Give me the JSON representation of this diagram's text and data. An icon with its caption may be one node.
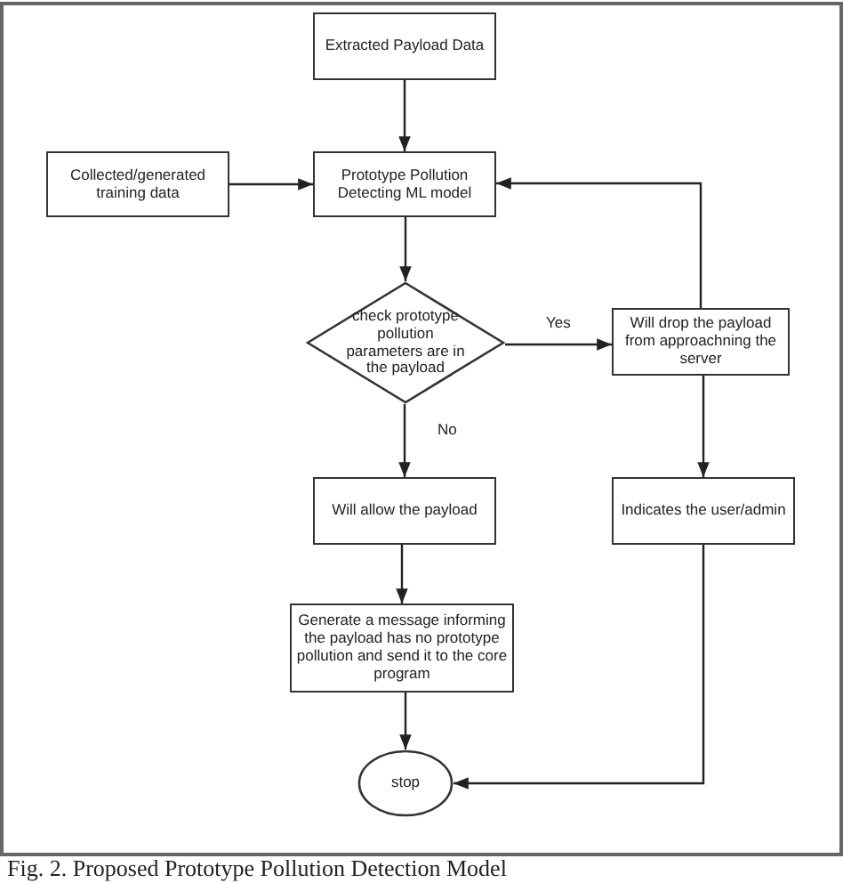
{
  "diagram": {
    "caption": "Fig. 2. Proposed Prototype Pollution Detection Model",
    "nodes": [
      {
        "text": [
          "Extracted Payload Data"
        ]
      },
      {
        "text": [
          "Collected/generated training data"
        ]
      },
      {
        "text": [
          "Prototype Pollution Detecting ML model"
        ]
      },
      {
        "text": [
          "check prototype pollution parameters are in the payload"
        ]
      },
      {
        "text": [
          "Will drop the payload from approachning the server"
        ]
      },
      {
        "text": [
          "Will allow the payload"
        ]
      },
      {
        "text": [
          "Indicates the user/admin"
        ]
      },
      {
        "text": [
          "Generate a message informing the payload has no prototype pollution and send it to the core program"
        ]
      },
      {
        "text": [
          "stop"
        ]
      }
    ],
    "edges": [
      {
        "from": 0,
        "to": 2,
        "arrow": "to"
      },
      {
        "from": 1,
        "to": 2,
        "arrow": "to"
      },
      {
        "from": 2,
        "to": 3,
        "arrow": "to"
      },
      {
        "from": 3,
        "to": 4,
        "arrow": "to",
        "label": "Yes"
      },
      {
        "from": 3,
        "to": 5,
        "arrow": "to",
        "label": "No"
      },
      {
        "from": 4,
        "to": 2,
        "arrow": "to"
      },
      {
        "from": 4,
        "to": 6,
        "arrow": "to"
      },
      {
        "from": 5,
        "to": 7,
        "arrow": "to"
      },
      {
        "from": 6,
        "to": 8,
        "arrow": "to"
      },
      {
        "from": 7,
        "to": 8,
        "arrow": "to"
      }
    ]
  }
}
